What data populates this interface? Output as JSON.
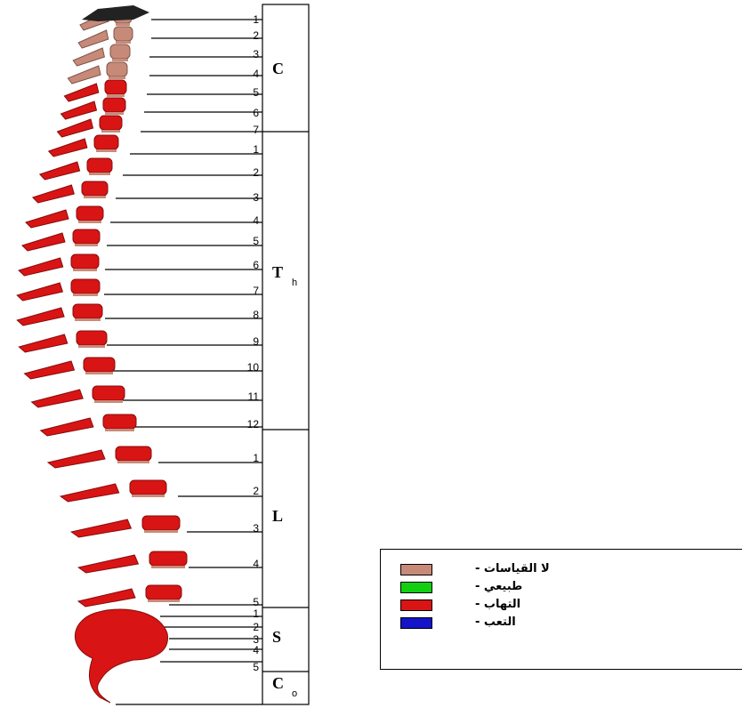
{
  "diagram": {
    "segments": [
      {
        "key": "cervical",
        "label": "C",
        "sub": "",
        "vertebrae": [
          "1",
          "2",
          "3",
          "4",
          "5",
          "6",
          "7"
        ]
      },
      {
        "key": "thoracic",
        "label": "T",
        "sub": "h",
        "vertebrae": [
          "1",
          "2",
          "3",
          "4",
          "5",
          "6",
          "7",
          "8",
          "9",
          "10",
          "11",
          "12"
        ]
      },
      {
        "key": "lumbar",
        "label": "L",
        "sub": "",
        "vertebrae": [
          "1",
          "2",
          "3",
          "4",
          "5"
        ]
      },
      {
        "key": "sacral",
        "label": "S",
        "sub": "",
        "vertebrae": [
          "1",
          "2",
          "3",
          "4",
          "5"
        ]
      },
      {
        "key": "coccyx",
        "label": "C",
        "sub": "o",
        "vertebrae": []
      }
    ],
    "vertebra_status": {
      "cervical": [
        "no_measurement",
        "no_measurement",
        "no_measurement",
        "no_measurement",
        "inflammation",
        "inflammation",
        "inflammation"
      ],
      "thoracic": [
        "inflammation",
        "inflammation",
        "inflammation",
        "inflammation",
        "inflammation",
        "inflammation",
        "inflammation",
        "inflammation",
        "inflammation",
        "inflammation",
        "inflammation",
        "inflammation"
      ],
      "lumbar": [
        "inflammation",
        "inflammation",
        "inflammation",
        "inflammation",
        "inflammation"
      ],
      "sacral": [
        "inflammation",
        "inflammation",
        "inflammation",
        "inflammation",
        "inflammation"
      ],
      "coccyx": [
        "inflammation"
      ]
    }
  },
  "legend": {
    "items": [
      {
        "key": "no_measurement",
        "label": "لا القياسات -",
        "color": "#c88a78"
      },
      {
        "key": "normal",
        "label": "طبيعي -",
        "color": "#12cf12"
      },
      {
        "key": "inflammation",
        "label": "التهاب -",
        "color": "#d91414"
      },
      {
        "key": "fatigue",
        "label": "التعب -",
        "color": "#1414c8"
      }
    ]
  }
}
